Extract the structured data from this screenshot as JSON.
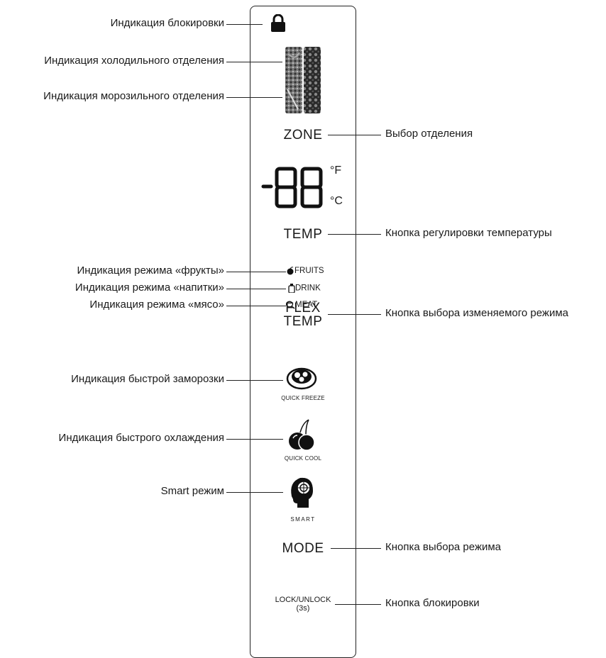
{
  "labels_left": {
    "lock_indication": "Индикация блокировки",
    "fridge_indication": "Индикация холодильного отделения",
    "freezer_indication": "Индикация морозильного отделения",
    "fruits_indication": "Индикация режима «фрукты»",
    "drink_indication": "Индикация режима «напитки»",
    "meat_indication": "Индикация режима «мясо»",
    "quick_freeze_indication": "Индикация быстрой заморозки",
    "quick_cool_indication": "Индикация быстрого охлаждения",
    "smart_mode": "Smart режим"
  },
  "labels_right": {
    "zone_select": "Выбор отделения",
    "temp_button": "Кнопка регулировки температуры",
    "flex_button": "Кнопка выбора изменяемого режима",
    "mode_button": "Кнопка выбора режима",
    "lock_button": "Кнопка блокировки"
  },
  "panel": {
    "zone": "ZONE",
    "display_digits": "-88",
    "unit_f": "°F",
    "unit_c": "°C",
    "temp": "TEMP",
    "fruits": "FRUITS",
    "drink": "DRINK",
    "meat": "MEAT",
    "flex_line1": "FLEX",
    "flex_line2": "TEMP",
    "quick_freeze": "QUICK FREEZE",
    "quick_cool": "QUICK COOL",
    "smart": "SMART",
    "mode": "MODE",
    "lock_unlock": "LOCK/UNLOCK",
    "lock_unlock_time": "(3s)"
  },
  "icons": [
    "lock-icon",
    "compartment-image",
    "fruit-icon",
    "bottle-icon",
    "meat-icon",
    "quick-freeze-icon",
    "cherry-icon",
    "smart-head-icon"
  ]
}
